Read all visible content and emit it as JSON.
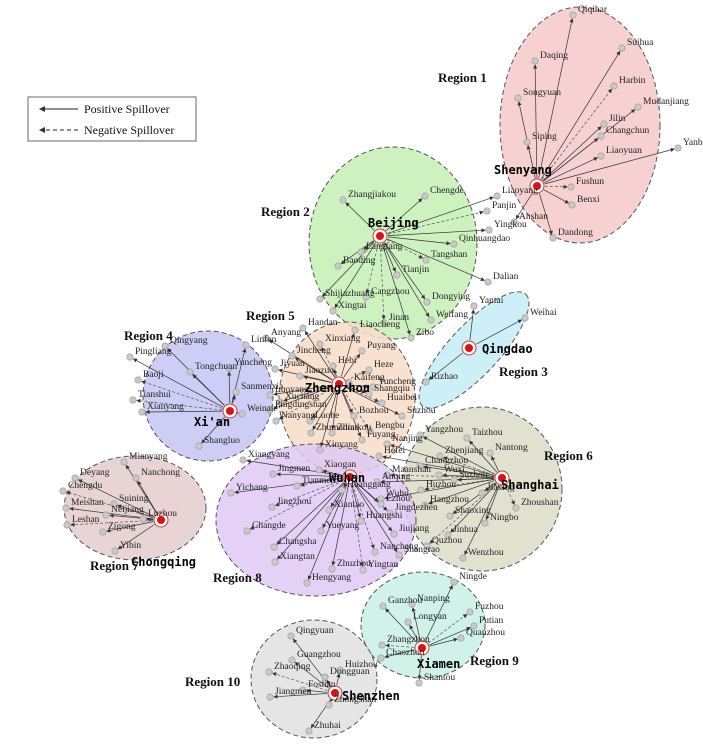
{
  "legend": {
    "positive": "Positive Spillover",
    "negative": "Negative Spillover"
  },
  "colors": {
    "region1": "#f6c9c9",
    "region2": "#c4f0b4",
    "region3": "#c4ecf6",
    "region4": "#c4c4f4",
    "region5": "#f8dcc8",
    "region6": "#dcdcc8",
    "region7": "#e4cccc",
    "region8": "#e0c8f4",
    "region9": "#c8f0e4",
    "region10": "#e0e0e0",
    "hub": "#e01010"
  },
  "regions": [
    {
      "label": "Region 1",
      "hub": "Shenyang",
      "cities": [
        "Qiqihar",
        "Suihua",
        "Daqing",
        "Harbin",
        "Songyuan",
        "Mudanjiang",
        "Jilin",
        "Siping",
        "Changchun",
        "Liaoyuan",
        "Yanbian",
        "Fushun",
        "Benxi",
        "Anshan",
        "Dandong"
      ]
    },
    {
      "label": "Region 2",
      "hub": "Beijing",
      "cities": [
        "Zhangjiakou",
        "Chengde",
        "Liaoyang",
        "Panjin",
        "Yingkou",
        "Langfang",
        "Qinhuangdao",
        "Tangshan",
        "Baoding",
        "Tianjin",
        "Dalian",
        "Cangzhou",
        "Shijiazhuang",
        "Xingtai",
        "Dongying",
        "Jinan",
        "Weifang",
        "Zibo"
      ]
    },
    {
      "label": "Region 3",
      "hub": "Qingdao",
      "cities": [
        "Yantai",
        "Weihai",
        "Rizhao"
      ]
    },
    {
      "label": "Region 4",
      "hub": "Xi'an",
      "cities": [
        "Qingyang",
        "Linfen",
        "Pingliang",
        "Baoji",
        "Tongchuan",
        "Yuncheng",
        "Sanmenxia",
        "Tianshui",
        "Xianyang",
        "Weinan",
        "Shangluo"
      ]
    },
    {
      "label": "Region 5",
      "hub": "Zhengzhou",
      "cities": [
        "Handan",
        "Liaocheng",
        "Anyang",
        "Xinxiang",
        "Puyang",
        "Jincheng",
        "Hebi",
        "Heze",
        "Yuncheng",
        "Jiyuan",
        "Jiaozuo",
        "Kaifeng",
        "Luoyang",
        "Shangqiu",
        "Xuchang",
        "Huaibei",
        "Pingdingshan",
        "Bozhou",
        "Suzhou",
        "Nanyang",
        "Luohe",
        "Zhoukou",
        "Zhumadian",
        "Bengbu",
        "Fuyang",
        "Xinyang"
      ]
    },
    {
      "label": "Region 6",
      "hub": "Shanghai",
      "cities": [
        "Yangzhou",
        "Taizhou",
        "Nanjing",
        "Zhenjiang",
        "Nantong",
        "Hefei",
        "Changzhou",
        "Maanshan",
        "Wuxi",
        "Suzhou",
        "Anqing",
        "Huzhou",
        "Jiaxing",
        "Wuhu",
        "Hangzhou",
        "Zhoushan",
        "Shaoxing",
        "Ningbo",
        "Jinhua",
        "Quzhou",
        "Wenzhou"
      ]
    },
    {
      "label": "Region 7",
      "hub": "Chongqing",
      "cities": [
        "Mianyang",
        "Deyang",
        "Nanchong",
        "Chengdu",
        "Meishan",
        "Suining",
        "Neijiang",
        "Leshan",
        "Zigong",
        "Luzhou",
        "Yibin"
      ]
    },
    {
      "label": "Region 8",
      "hub": "Wuhan",
      "cities": [
        "Xiangyang",
        "Xiaogan",
        "Jingmen",
        "Tianmen",
        "Huanggang",
        "Yichang",
        "Ezhou",
        "Jingzhou",
        "Xiantao",
        "Jingdezhen",
        "Huangshi",
        "Changde",
        "Jiujiang",
        "Yueyang",
        "Changsha",
        "Nanchang",
        "Shangrao",
        "Xiangtan",
        "Zhuzhou",
        "Yingtan",
        "Hengyang"
      ]
    },
    {
      "label": "Region 9",
      "hub": "Xiamen",
      "cities": [
        "Ningde",
        "Ganzhou",
        "Nanping",
        "Fuzhou",
        "Longyan",
        "Putian",
        "Quanzhou",
        "Zhangzhou",
        "Chaozhou",
        "Shantou"
      ]
    },
    {
      "label": "Region 10",
      "hub": "Shenzhen",
      "cities": [
        "Qingyuan",
        "Guangzhou",
        "Huizhou",
        "Zhaoqing",
        "Dongguan",
        "Foshan",
        "Jiangmen",
        "Zhongshan",
        "Zhuhai"
      ]
    }
  ]
}
